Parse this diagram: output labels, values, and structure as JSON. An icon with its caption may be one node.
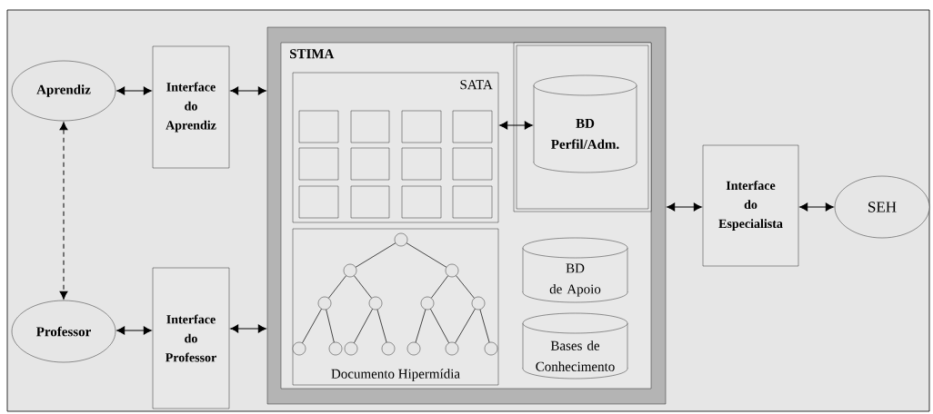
{
  "diagram": {
    "nodes": [
      {
        "text": [
          "Aprendiz"
        ]
      },
      {
        "text": [
          "Interface do Aprendiz"
        ]
      },
      {
        "text": [
          "Professor"
        ]
      },
      {
        "text": [
          "Interface do Professor"
        ]
      },
      {
        "text": [],
        "shape": "box"
      },
      {
        "text": [
          "STIMA"
        ],
        "in": 4
      },
      {
        "text": [],
        "shape": "box",
        "in": 5
      },
      {
        "text": [
          "SATA"
        ],
        "in": 5
      },
      {
        "text": [],
        "shape": "box",
        "in": 7
      },
      {
        "text": [],
        "shape": "box",
        "in": 7
      },
      {
        "text": [],
        "shape": "box",
        "in": 7
      },
      {
        "text": [],
        "shape": "box",
        "in": 7
      },
      {
        "text": [],
        "shape": "box",
        "in": 7
      },
      {
        "text": [],
        "shape": "box",
        "in": 7
      },
      {
        "text": [],
        "shape": "box",
        "in": 7
      },
      {
        "text": [],
        "shape": "box",
        "in": 7
      },
      {
        "text": [],
        "shape": "box",
        "in": 7
      },
      {
        "text": [],
        "shape": "box",
        "in": 7
      },
      {
        "text": [],
        "shape": "box",
        "in": 7
      },
      {
        "text": [],
        "shape": "box",
        "in": 7
      },
      {
        "text": [
          "BD Perfil/Adm."
        ],
        "in": 6
      },
      {
        "text": [
          "Documento Hipermídia"
        ],
        "in": 5
      },
      {
        "text": [],
        "shape": "circle",
        "in": 21
      },
      {
        "text": [],
        "shape": "circle",
        "in": 21
      },
      {
        "text": [],
        "shape": "circle",
        "in": 21
      },
      {
        "text": [],
        "shape": "circle",
        "in": 21
      },
      {
        "text": [],
        "shape": "circle",
        "in": 21
      },
      {
        "text": [],
        "shape": "circle",
        "in": 21
      },
      {
        "text": [],
        "shape": "circle",
        "in": 21
      },
      {
        "text": [],
        "shape": "circle",
        "in": 21
      },
      {
        "text": [],
        "shape": "circle",
        "in": 21
      },
      {
        "text": [],
        "shape": "circle",
        "in": 21
      },
      {
        "text": [],
        "shape": "circle",
        "in": 21
      },
      {
        "text": [],
        "shape": "circle",
        "in": 21
      },
      {
        "text": [],
        "shape": "circle",
        "in": 21
      },
      {
        "text": [],
        "shape": "circle",
        "in": 21
      },
      {
        "text": [
          "BD de Apoio"
        ],
        "in": 5
      },
      {
        "text": [
          "Bases de Conhecimento"
        ],
        "in": 5
      },
      {
        "text": [
          "Interface do Especialista"
        ]
      },
      {
        "text": [
          "SEH"
        ]
      }
    ],
    "edges": [
      {
        "from": 0,
        "to": 1,
        "arrow": "both"
      },
      {
        "from": 1,
        "to": 4,
        "arrow": "both"
      },
      {
        "from": 0,
        "to": 2,
        "arrow": "both",
        "style": "dashed"
      },
      {
        "from": 2,
        "to": 3,
        "arrow": "both"
      },
      {
        "from": 3,
        "to": 4,
        "arrow": "both"
      },
      {
        "from": 7,
        "to": 20,
        "arrow": "both"
      },
      {
        "from": 4,
        "to": 38,
        "arrow": "both"
      },
      {
        "from": 38,
        "to": 39,
        "arrow": "both"
      },
      {
        "from": 22,
        "to": 23,
        "arrow": "none"
      },
      {
        "from": 22,
        "to": 24,
        "arrow": "none"
      },
      {
        "from": 23,
        "to": 25,
        "arrow": "none"
      },
      {
        "from": 23,
        "to": 26,
        "arrow": "none"
      },
      {
        "from": 24,
        "to": 27,
        "arrow": "none"
      },
      {
        "from": 24,
        "to": 28,
        "arrow": "none"
      },
      {
        "from": 25,
        "to": 29,
        "arrow": "none"
      },
      {
        "from": 25,
        "to": 30,
        "arrow": "none"
      },
      {
        "from": 26,
        "to": 31,
        "arrow": "none"
      },
      {
        "from": 26,
        "to": 32,
        "arrow": "none"
      },
      {
        "from": 27,
        "to": 33,
        "arrow": "none"
      },
      {
        "from": 27,
        "to": 34,
        "arrow": "none"
      },
      {
        "from": 28,
        "to": 34,
        "arrow": "none"
      },
      {
        "from": 28,
        "to": 35,
        "arrow": "none"
      }
    ]
  }
}
